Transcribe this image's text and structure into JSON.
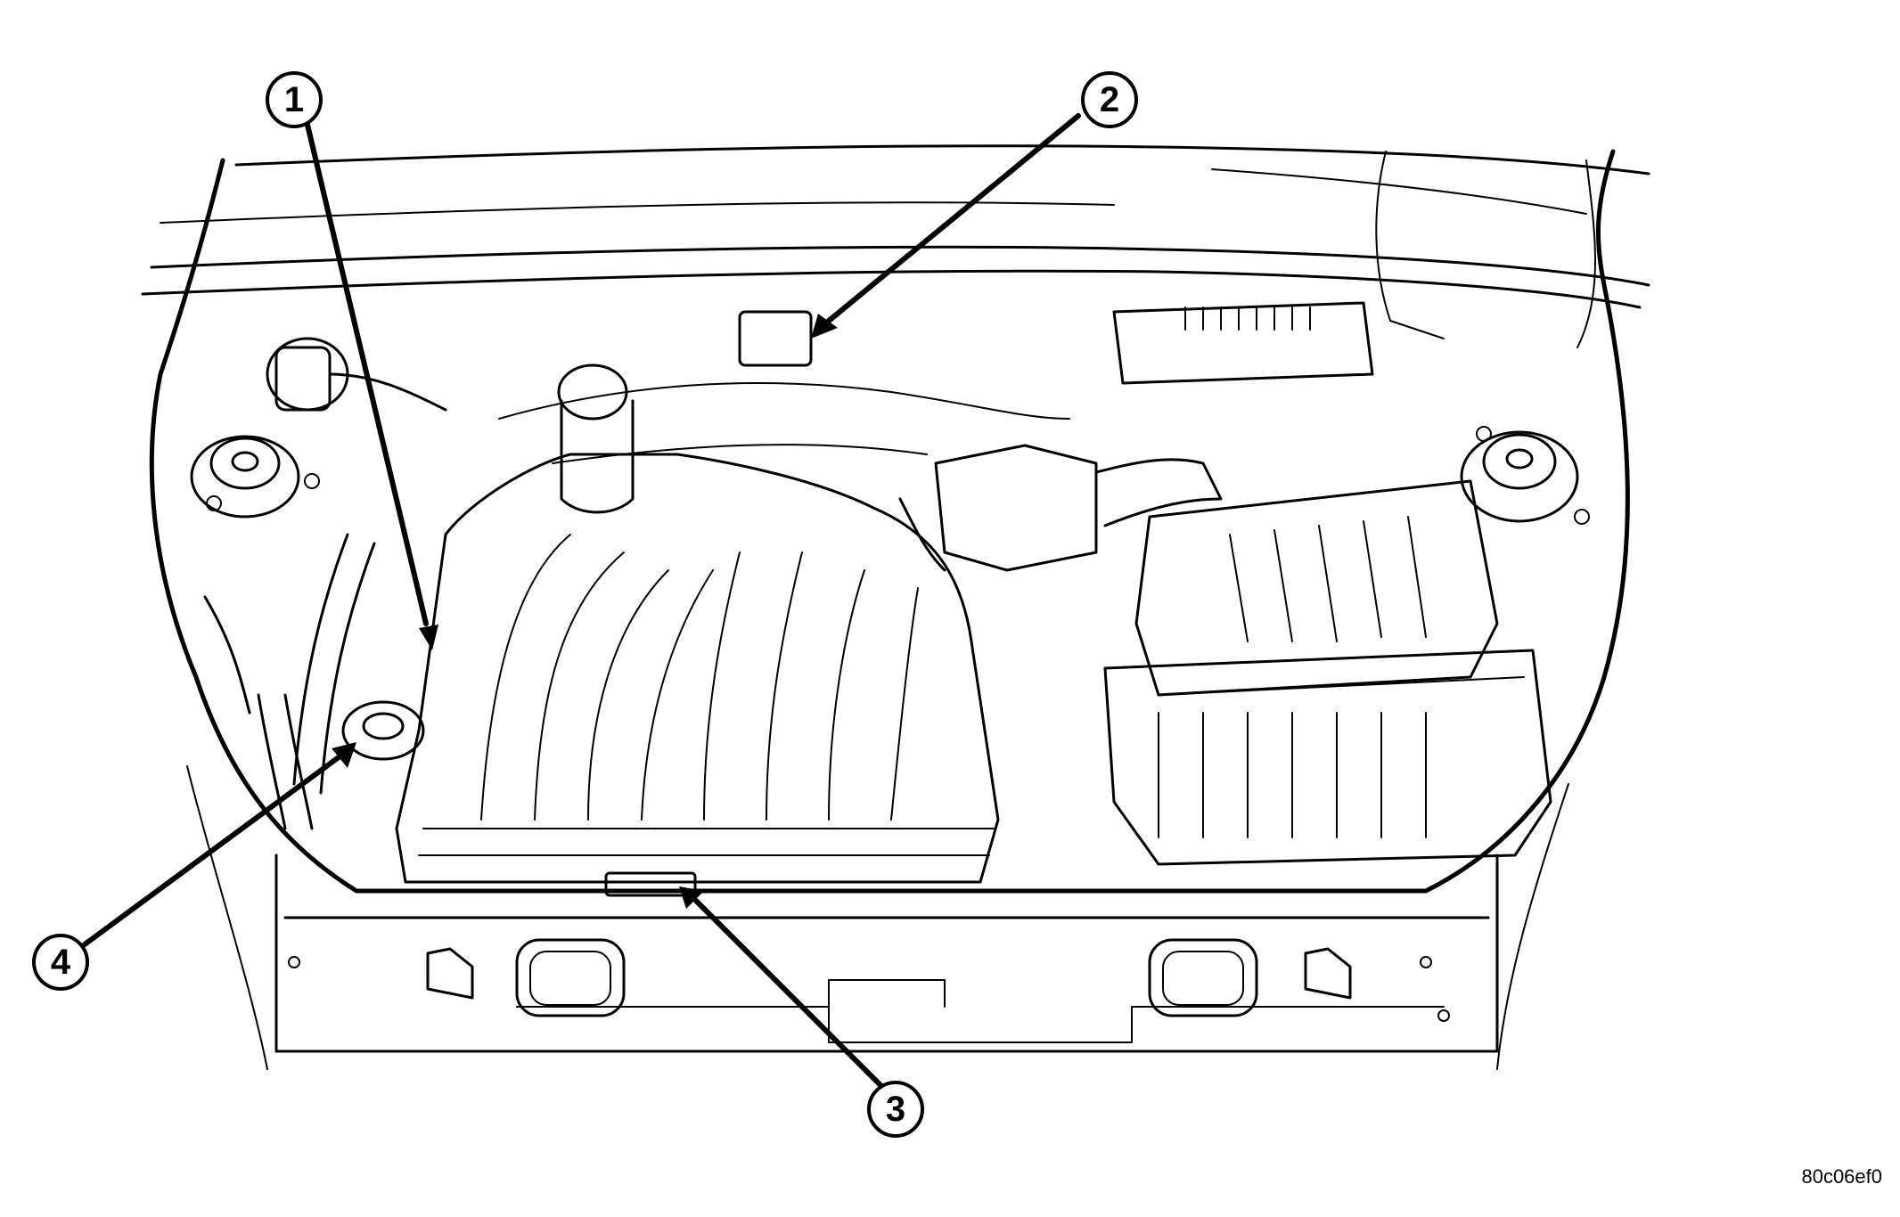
{
  "figure": {
    "code": "80c06ef0"
  },
  "callouts": [
    {
      "id": "callout-1",
      "number": "1"
    },
    {
      "id": "callout-2",
      "number": "2"
    },
    {
      "id": "callout-3",
      "number": "3"
    },
    {
      "id": "callout-4",
      "number": "4"
    }
  ],
  "colors": {
    "line": "#000000",
    "background": "#ffffff"
  }
}
